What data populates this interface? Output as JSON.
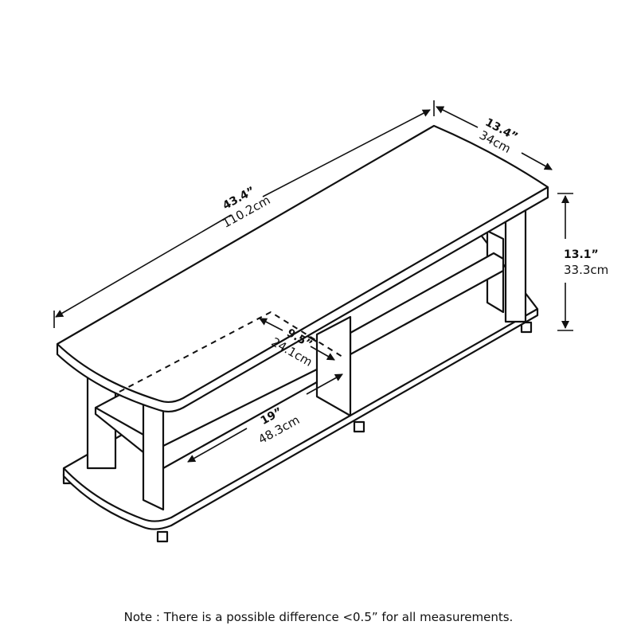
{
  "dimensions": {
    "length": {
      "in": "43.4”",
      "cm": "110.2cm"
    },
    "depth": {
      "in": "13.4”",
      "cm": "34cm"
    },
    "height": {
      "in": "13.1”",
      "cm": "33.3cm"
    },
    "shelf_depth": {
      "in": "9.5”",
      "cm": "24.1cm"
    },
    "shelf_width": {
      "in": "19”",
      "cm": "48.3cm"
    }
  },
  "note": "Note : There is a possible difference <0.5” for all measurements."
}
